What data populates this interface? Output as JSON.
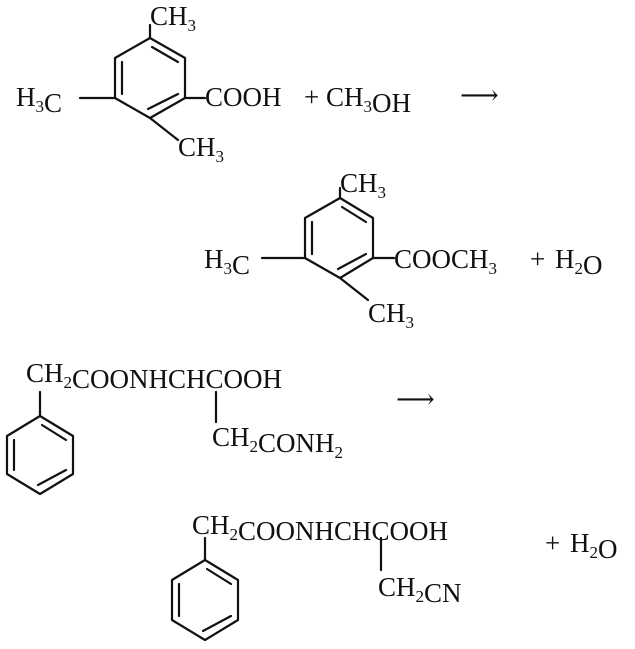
{
  "reaction1": {
    "reactant": {
      "top_methyl": "CH3",
      "left_methyl": "H3C",
      "group": "COOH",
      "bottom_methyl": "CH3"
    },
    "plus": "+",
    "reagent": "CH3OH",
    "arrow": "⟶",
    "product": {
      "top_methyl": "CH3",
      "left_methyl": "H3C",
      "group": "COOCH3",
      "bottom_methyl": "CH3"
    },
    "plus2": "+",
    "byproduct": "H2O"
  },
  "reaction2": {
    "reactant": {
      "chain": "CH2COONHCHCOOH",
      "side_chain": "CH2CONH2"
    },
    "arrow": "⟶",
    "product": {
      "chain": "CH2COONHCHCOOH",
      "side_chain": "CH2CN"
    },
    "plus": "+",
    "byproduct": "H2O"
  }
}
